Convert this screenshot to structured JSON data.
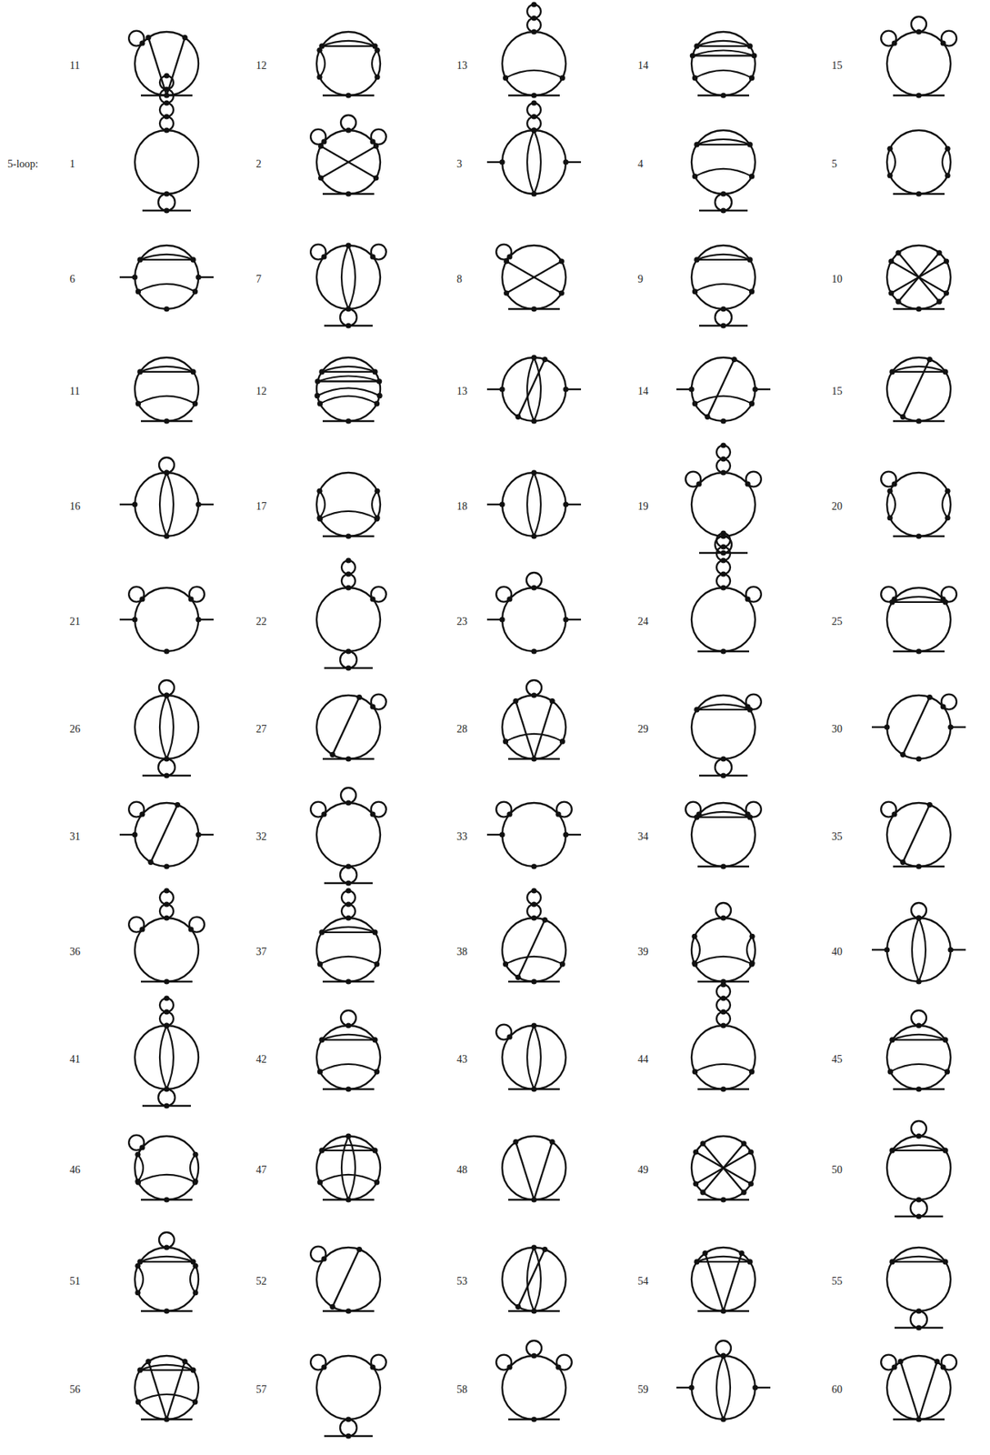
{
  "diagram": {
    "labels": [
      "11",
      "12",
      "13",
      "14",
      "15",
      "5-loop:",
      "1",
      "2",
      "3",
      "4",
      "5",
      "6",
      "7",
      "8",
      "9",
      "10",
      "11",
      "12",
      "13",
      "14",
      "15",
      "16",
      "17",
      "18",
      "19",
      "20",
      "21",
      "22",
      "23",
      "24",
      "25",
      "26",
      "27",
      "28",
      "29",
      "30",
      "31",
      "32",
      "33",
      "34",
      "35",
      "36",
      "37",
      "38",
      "39",
      "40",
      "41",
      "42",
      "43",
      "44",
      "45",
      "46",
      "47",
      "48",
      "49",
      "50",
      "51",
      "52",
      "53",
      "54",
      "55",
      "56",
      "57",
      "58",
      "59",
      "60"
    ]
  }
}
